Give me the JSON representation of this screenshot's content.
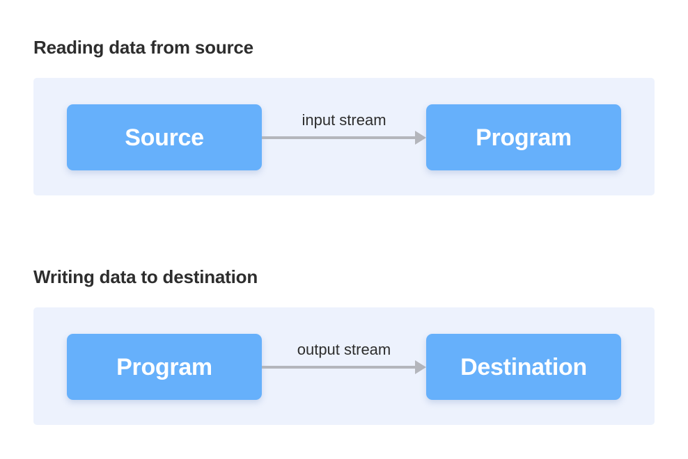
{
  "colors": {
    "page_background": "#ffffff",
    "panel_background": "#edf2fd",
    "node_fill": "#66b0fb",
    "node_text": "#ffffff",
    "heading_text": "#2d2d2d",
    "arrow": "#b4b6bc",
    "connector_label_text": "#2d2d2d"
  },
  "diagrams": [
    {
      "heading": "Reading data from source",
      "source_node": "Source",
      "target_node": "Program",
      "connector_label": "input stream",
      "arrow_direction": "left-to-right"
    },
    {
      "heading": "Writing data to destination",
      "source_node": "Program",
      "target_node": "Destination",
      "connector_label": "output stream",
      "arrow_direction": "left-to-right"
    }
  ]
}
